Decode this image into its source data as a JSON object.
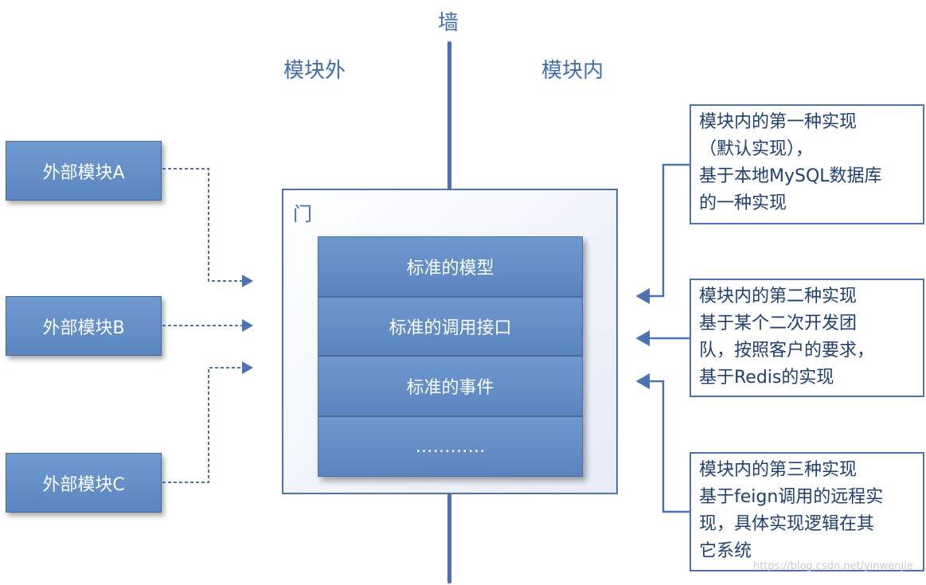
{
  "wall": {
    "label": "墙"
  },
  "sides": {
    "outside": "模块外",
    "inside": "模块内"
  },
  "external_modules": [
    {
      "label": "外部模块A"
    },
    {
      "label": "外部模块B"
    },
    {
      "label": "外部模块C"
    }
  ],
  "door": {
    "title": "门",
    "layers": [
      {
        "label": "标准的模型"
      },
      {
        "label": "标准的调用接口"
      },
      {
        "label": "标准的事件"
      },
      {
        "label": "…………"
      }
    ]
  },
  "implementations": [
    {
      "lines": [
        "模块内的第一种实现",
        "（默认实现），",
        "基于本地MySQL数据库",
        "的一种实现"
      ]
    },
    {
      "lines": [
        "模块内的第二种实现",
        "基于某个二次开发团",
        "队，按照客户的要求，",
        "基于Redis的实现"
      ]
    },
    {
      "lines": [
        "模块内的第三种实现",
        "基于feign调用的远程实",
        "现，具体实现逻辑在其",
        "它系统"
      ]
    }
  ],
  "watermark": "https://blog.csdn.net/yinwenjie",
  "colors": {
    "primary": "#4b73b0",
    "box_fill": "#6a96cc",
    "text_dark": "#1f3f74"
  }
}
